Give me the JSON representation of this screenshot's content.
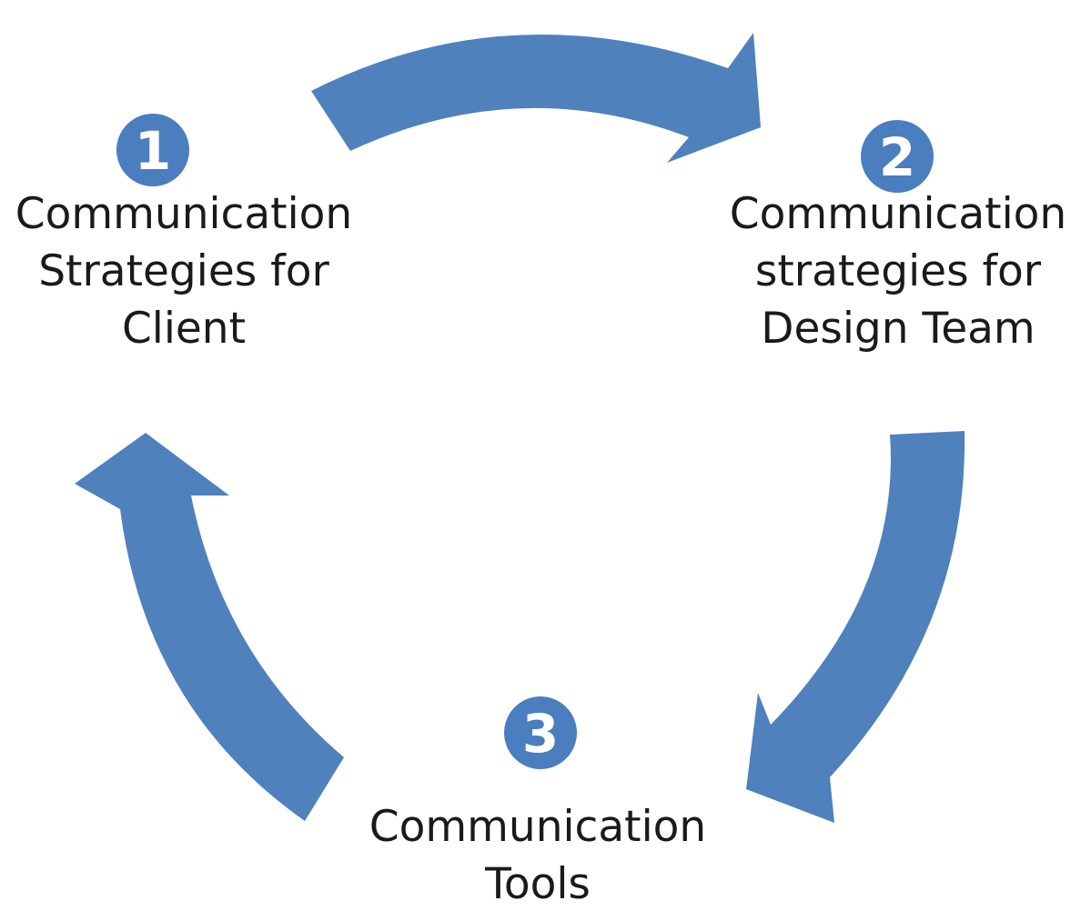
{
  "diagram": {
    "type": "cycle",
    "accent_color": "#4f81bd",
    "number_badge_color": "#4a7ebf",
    "text_color": "#1a1a1a",
    "steps": [
      {
        "number": "1",
        "lines": [
          "Communication",
          "Strategies for",
          "Client"
        ]
      },
      {
        "number": "2",
        "lines": [
          "Communication",
          "strategies for",
          "Design Team"
        ]
      },
      {
        "number": "3",
        "lines": [
          "Communication",
          "Tools"
        ]
      }
    ],
    "arrows": [
      {
        "from": "1",
        "to": "2",
        "icon": "curved-arrow-icon"
      },
      {
        "from": "2",
        "to": "3",
        "icon": "curved-arrow-icon"
      },
      {
        "from": "3",
        "to": "1",
        "icon": "curved-arrow-icon"
      }
    ]
  }
}
